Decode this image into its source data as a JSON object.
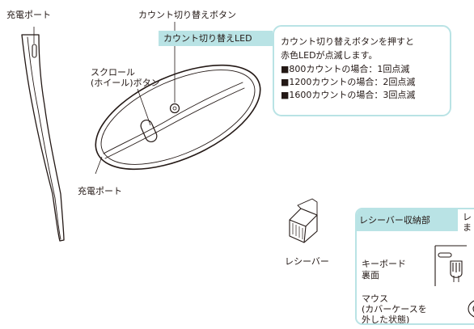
{
  "labels": {
    "charge_port_top": "充電ポート",
    "count_switch_button": "カウント切り替えボタン",
    "scroll_wheel_1": "スクロール",
    "scroll_wheel_2": "(ホイール)ボタン",
    "charge_port_bottom": "充電ポート",
    "receiver": "レシーバー"
  },
  "count_led": {
    "title": "カウント切り替えLED",
    "lines": [
      "カウント切り替えボタンを押すと",
      "赤色LEDが点滅します。",
      "■800カウントの場合：1回点滅",
      "■1200カウントの場合：2回点滅",
      "■1600カウントの場合：3回点滅"
    ]
  },
  "receiver_storage": {
    "title": "レシーバー収納部",
    "note_1": "レ",
    "note_2": "ま",
    "keyboard_1": "キーボード",
    "keyboard_2": "裏面",
    "mouse_1": "マウス",
    "mouse_2": "(カバーケースを",
    "mouse_3": "外した状態)"
  },
  "colors": {
    "accent_teal": "#b9e3e5",
    "line": "#231815"
  }
}
